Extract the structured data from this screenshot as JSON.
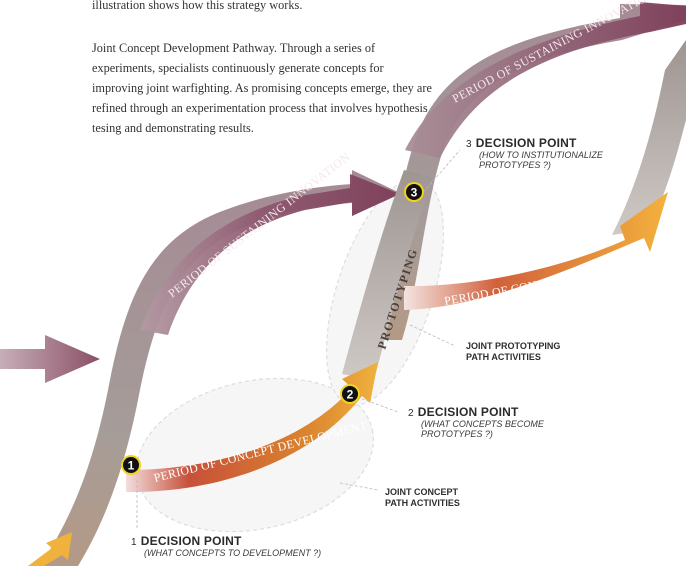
{
  "intro_line": "illustration shows how this strategy works.",
  "paragraph": "Joint Concept Development Pathway. Through a series of experiments, specialists continuously generate concepts for improving joint warfighting. As promising concepts emerge, they are refined through an experimentation process that involves hypothesis tesing and demonstrating results.",
  "arrows": {
    "sustaining_top": "PERIOD OF SUSTAINING INNOVATION",
    "sustaining_mid": "PERIOD OF SUSTAINING INNOVATION",
    "concept_dev_right": "PERIOD OF CONCEPT DEVELOPMENT",
    "concept_dev_bottom": "PERIOD OF CONCEPT DEVELOPMENT",
    "prototyping": "PROTOTYPING"
  },
  "decision_points": [
    {
      "marker": "1",
      "number": "1",
      "title": "DECISION POINT",
      "question": "(WHAT CONCEPTS TO DEVELOPMENT ?)"
    },
    {
      "marker": "2",
      "number": "2",
      "title": "DECISION POINT",
      "question": "(WHAT CONCEPTS BECOME\nPROTOTYPES ?)"
    },
    {
      "marker": "3",
      "number": "3",
      "title": "DECISION POINT",
      "question": "(HOW TO  INSTITUTIONALIZE\nPROTOTYPES ?)"
    }
  ],
  "labels": {
    "joint_prototyping": "JOINT PROTOTYPING\nPATH ACTIVITIES",
    "joint_concept": "JOINT CONCEPT\nPATH ACTIVITIES"
  },
  "colors": {
    "maroon": "#8a4f66",
    "grey_path": "#a9a19d",
    "orange": "#e9a23e",
    "red_orange": "#c0392b",
    "marker_fill": "#111111",
    "marker_ring": "#f1d21f"
  }
}
